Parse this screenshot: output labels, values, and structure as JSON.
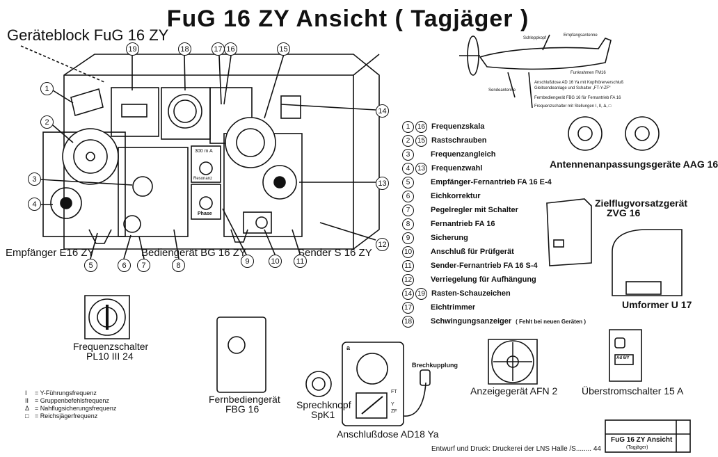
{
  "title": "FuG 16 ZY Ansicht ( Tagjäger )",
  "block_title": "Geräteblock FuG 16 ZY",
  "unit_labels": {
    "receiver": "Empfänger E16 ZY",
    "control": "Bediengerät BG 16 ZY",
    "transmitter": "Sender S 16 ZY"
  },
  "panel_labels": {
    "meter": "300 m A",
    "resonance": "Resonanz",
    "phase": "Phase"
  },
  "legend": [
    {
      "nums": [
        "1",
        "16"
      ],
      "text": "Frequenzskala"
    },
    {
      "nums": [
        "2",
        "15"
      ],
      "text": "Rastschrauben"
    },
    {
      "nums": [
        "3"
      ],
      "text": "Frequenzangleich"
    },
    {
      "nums": [
        "4",
        "13"
      ],
      "text": "Frequenzwahl"
    },
    {
      "nums": [
        "5"
      ],
      "text": "Empfänger-Fernantrieb FA 16 E-4"
    },
    {
      "nums": [
        "6"
      ],
      "text": "Eichkorrektur"
    },
    {
      "nums": [
        "7"
      ],
      "text": "Pegelregler mit Schalter"
    },
    {
      "nums": [
        "8"
      ],
      "text": "Fernantrieb FA 16"
    },
    {
      "nums": [
        "9"
      ],
      "text": "Sicherung"
    },
    {
      "nums": [
        "10"
      ],
      "text": "Anschluß für Prüfgerät"
    },
    {
      "nums": [
        "11"
      ],
      "text": "Sender-Fernantrieb FA 16 S-4"
    },
    {
      "nums": [
        "12"
      ],
      "text": "Verriegelung für Aufhängung"
    },
    {
      "nums": [
        "14",
        "19"
      ],
      "text": "Rasten-Schauzeichen"
    },
    {
      "nums": [
        "17"
      ],
      "text": "Eichtrimmer"
    },
    {
      "nums": [
        "18"
      ],
      "text": "Schwingungsanzeiger",
      "note": "( Fehlt bei neuen Geräten )"
    }
  ],
  "devices": {
    "aag": "Antennenanpassungsgeräte AAG 16",
    "zvg_line1": "Zielflugvorsatzgerät",
    "zvg_line2": "ZVG 16",
    "umformer": "Umformer U 17",
    "freqschalter_line1": "Frequenzschalter",
    "freqschalter_line2": "PL10 III 24",
    "fbg_line1": "Fernbediengerät",
    "fbg_line2": "FBG 16",
    "spk_line1": "Sprechknopf",
    "spk_line2": "SpK1",
    "ad18": "Anschlußdose AD18 Ya",
    "brechkupplung": "Brechkupplung",
    "afn2": "Anzeigegerät AFN 2",
    "ueberstrom": "Überstromschalter 15 A",
    "ad18_letter": "a",
    "ad18_ft": "FT",
    "ad18_y": "Y",
    "ad18_zf": "ZF",
    "ueberstrom_plate": "Ad 6/Y"
  },
  "plane_labels": {
    "schleppkopf": "Schleppkopf",
    "empfangsantenne": "Empfangsantenne",
    "sendeantenne": "Sendeantenne",
    "funkrahmen": "Funkrahmen FM16",
    "anschlussdose1": "Anschlußdose AD 16 Ya mit Kopfhörerverschluß",
    "anschlussdose2": "Gleitsendeanlage und Schalter „FT-Y-ZF“",
    "fbg": "Fernbediengerät FBG 16 für Fernantrieb FA 16",
    "frequenzschalter": "Frequenzschalter mit Stellungen I, II, Δ, □"
  },
  "freq_legend": [
    {
      "sym": "I",
      "text": "= Y-Führungsfrequenz"
    },
    {
      "sym": "II",
      "text": "= Gruppenbefehlsfrequenz"
    },
    {
      "sym": "Δ",
      "text": "= Nahflugsicherungsfrequenz"
    },
    {
      "sym": "□",
      "text": "= Reichsjägerfrequenz"
    }
  ],
  "footer": "Entwurf und Druck: Druckerei der LNS Halle /S........ 44",
  "title_block": {
    "main": "FuG 16 ZY Ansicht",
    "sub": "(Tagjäger)"
  },
  "callouts": [
    "1",
    "2",
    "3",
    "4",
    "5",
    "6",
    "7",
    "8",
    "9",
    "10",
    "11",
    "12",
    "13",
    "14",
    "15",
    "16",
    "17",
    "18",
    "19"
  ]
}
